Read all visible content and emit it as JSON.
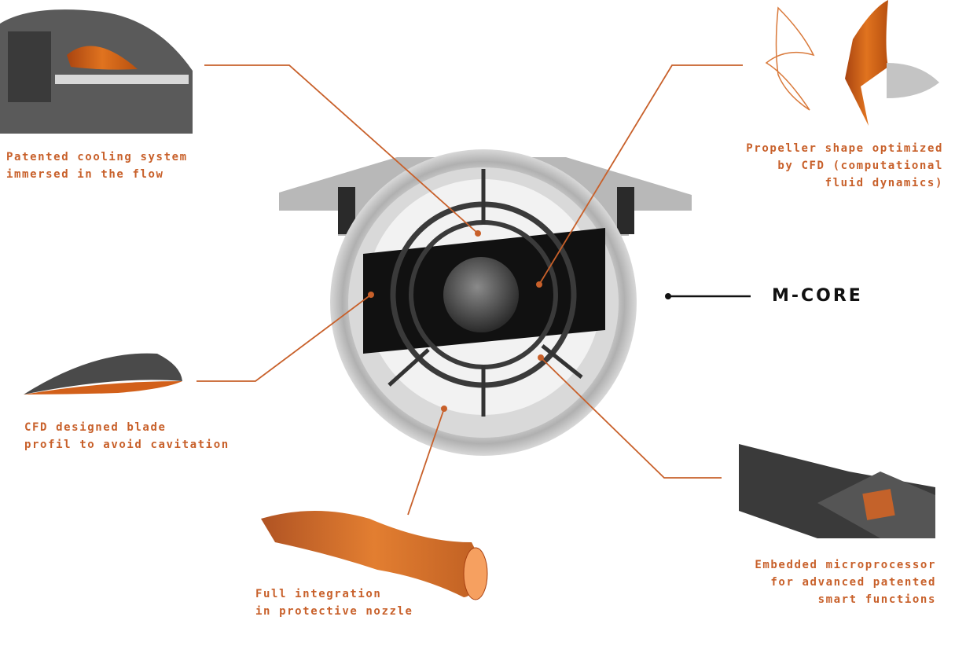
{
  "title": "M-CORE",
  "accent_color": "#c8602a",
  "callouts": {
    "cooling": [
      "Patented cooling system",
      "immersed in the flow"
    ],
    "propeller": [
      "Propeller shape optimized",
      "by CFD (computational",
      "fluid dynamics)"
    ],
    "blade": [
      "CFD designed blade",
      "profil to avoid cavitation"
    ],
    "nozzle": [
      "Full integration",
      "in protective nozzle"
    ],
    "microprocessor": [
      "Embedded microprocessor",
      "for advanced patented",
      "smart functions"
    ]
  }
}
